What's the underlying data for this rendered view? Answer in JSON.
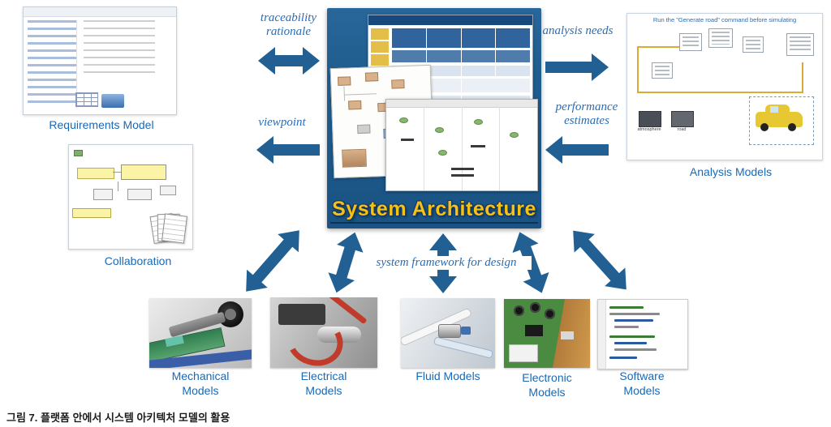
{
  "figure_caption": "그림 7. 플랫폼 안에서 시스템 아키텍처 모델의 활용",
  "center": {
    "title": "System Architecture"
  },
  "nodes": {
    "requirements": "Requirements Model",
    "collaboration": "Collaboration",
    "analysis": "Analysis Models",
    "mechanical": "Mechanical Models",
    "electrical": "Electrical Models",
    "fluid": "Fluid Models",
    "electronic": "Electronic Models",
    "software": "Software Models"
  },
  "arrow_labels": {
    "traceability": "traceability rationale",
    "viewpoint": "viewpoint",
    "analysis_needs": "analysis needs",
    "performance": "performance estimates",
    "framework": "system framework for design"
  },
  "analysis_panel": {
    "caption": "Run the \"Generate road\" command before simulating",
    "label_atmosphere": "atmosphere",
    "label_road": "road"
  },
  "colors": {
    "arrow_blue": "#226093",
    "label_blue": "#1a69b4",
    "center_bg": "#1f5d8f",
    "title_gold": "#f6c115"
  }
}
